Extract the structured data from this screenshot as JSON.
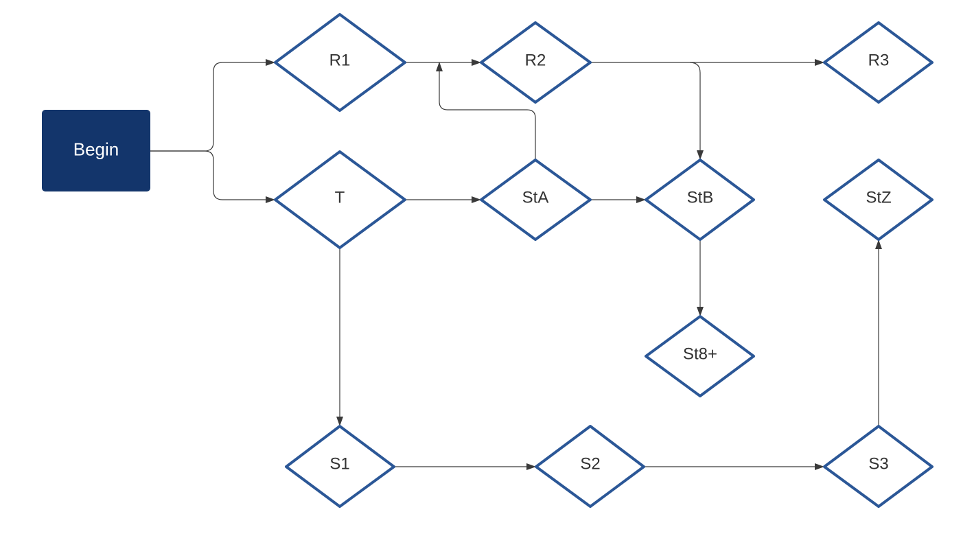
{
  "colors": {
    "begin_fill": "#13356b",
    "diamond_stroke": "#2b5797",
    "edge_stroke": "#3a3a3a",
    "text": "#333333",
    "begin_text": "#ffffff"
  },
  "nodes": {
    "begin": {
      "label": "Begin",
      "shape": "rectangle"
    },
    "r1": {
      "label": "R1",
      "shape": "diamond"
    },
    "r2": {
      "label": "R2",
      "shape": "diamond"
    },
    "r3": {
      "label": "R3",
      "shape": "diamond"
    },
    "t": {
      "label": "T",
      "shape": "diamond"
    },
    "sta": {
      "label": "StA",
      "shape": "diamond"
    },
    "stb": {
      "label": "StB",
      "shape": "diamond"
    },
    "stz": {
      "label": "StZ",
      "shape": "diamond"
    },
    "st8": {
      "label": "St8+",
      "shape": "diamond"
    },
    "s1": {
      "label": "S1",
      "shape": "diamond"
    },
    "s2": {
      "label": "S2",
      "shape": "diamond"
    },
    "s3": {
      "label": "S3",
      "shape": "diamond"
    }
  },
  "edges": [
    {
      "from": "Begin",
      "to": "R1"
    },
    {
      "from": "Begin",
      "to": "T"
    },
    {
      "from": "R1",
      "to": "R2"
    },
    {
      "from": "R2",
      "to": "R3"
    },
    {
      "from": "R2",
      "to": "StB"
    },
    {
      "from": "T",
      "to": "StA"
    },
    {
      "from": "StA",
      "to": "StB"
    },
    {
      "from": "StA",
      "to": "R1-R2 link"
    },
    {
      "from": "StB",
      "to": "St8+"
    },
    {
      "from": "T",
      "to": "S1"
    },
    {
      "from": "S1",
      "to": "S2"
    },
    {
      "from": "S2",
      "to": "S3"
    },
    {
      "from": "S3",
      "to": "StZ"
    }
  ]
}
